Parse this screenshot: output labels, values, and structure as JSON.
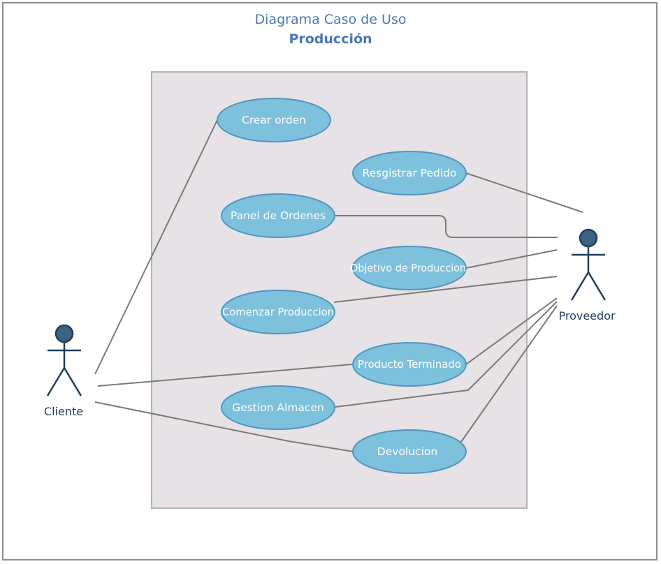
{
  "title": "Diagrama Caso de Uso",
  "subtitle": "Producción",
  "actors": {
    "cliente": "Cliente",
    "proveedor": "Proveedor"
  },
  "use_cases": {
    "crear_orden": "Crear orden",
    "registrar_pedido": "Resgistrar Pedido",
    "panel_ordenes": "Panel de Ordenes",
    "objetivo_produccion": "Objetivo de Produccion",
    "comenzar_produccion": "Comenzar Produccion",
    "producto_terminado": "Producto Terminado",
    "gestion_almacen": "Gestion Almacen",
    "devolucion": "Devolucion"
  },
  "colors": {
    "title": "#4a78b5",
    "system_box_fill": "#e7e2e6",
    "system_box_stroke": "#b5b1b4",
    "use_case_fill": "#7ec1dd",
    "use_case_stroke": "#4f97be",
    "actor_head": "#3d6180",
    "actor_stroke": "#1f3e5a",
    "connector": "#7a7a7a"
  }
}
